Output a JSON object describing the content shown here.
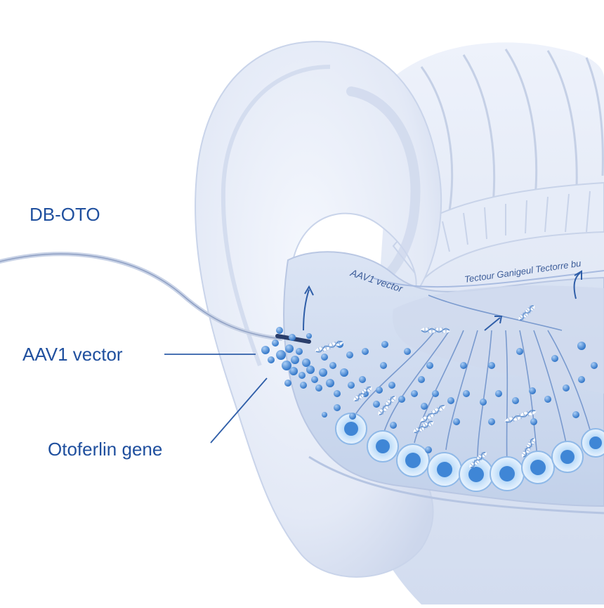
{
  "labels": {
    "product": "DB-OTO",
    "vector": "AAV1 vector",
    "gene": "Otoferlin gene"
  },
  "inner_labels": {
    "vector_small": "AAV1 vector",
    "arc_text": "Tectour Ganigeul Tectorre bu"
  },
  "colors": {
    "label_blue": "#1f4f9e",
    "ear_fill": "#e9eef8",
    "particle_blue": "#3f86d6",
    "hair_cell": "#4a8fdc",
    "background": "#ffffff"
  },
  "icons": [
    "injection-needle-icon",
    "dna-helix-icon",
    "hair-cell-icon",
    "vector-particle-icon"
  ]
}
